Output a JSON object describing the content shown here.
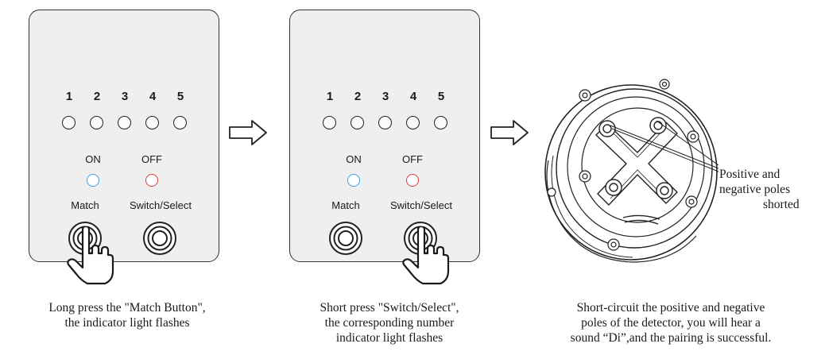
{
  "panel1": {
    "numbers": [
      "1",
      "2",
      "3",
      "4",
      "5"
    ],
    "on_label": "ON",
    "off_label": "OFF",
    "match_label": "Match",
    "switch_label": "Switch/Select",
    "caption_line1": "Long press the \"Match Button\",",
    "caption_line2": "the indicator light flashes"
  },
  "panel2": {
    "numbers": [
      "1",
      "2",
      "3",
      "4",
      "5"
    ],
    "on_label": "ON",
    "off_label": "OFF",
    "match_label": "Match",
    "switch_label": "Switch/Select",
    "caption_line1": "Short press \"Switch/Select\",",
    "caption_line2": "the corresponding number",
    "caption_line3": "indicator light flashes"
  },
  "detector": {
    "pole_label_line1": "Positive and",
    "pole_label_line2": "negative poles",
    "pole_label_line3": "shorted",
    "caption_line1": "Short-circuit the positive and negative",
    "caption_line2": "poles of the detector, you will hear a",
    "caption_line3": "sound “Di”,and the pairing is successful."
  },
  "colors": {
    "on_indicator": "#3aa0e0",
    "off_indicator": "#e03a3a"
  }
}
